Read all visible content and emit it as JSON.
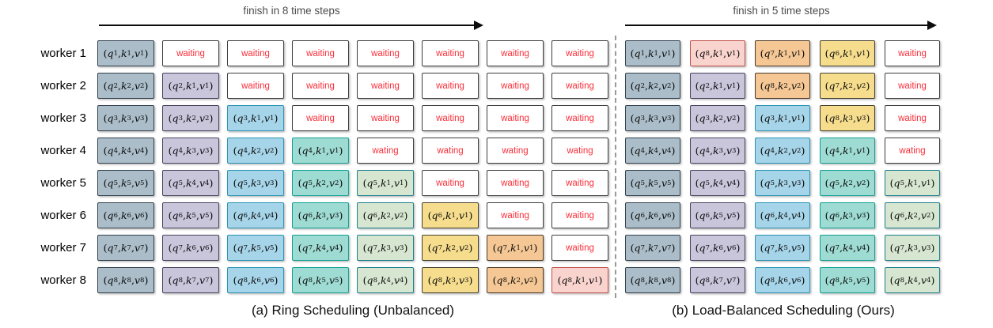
{
  "worker_labels": [
    "worker 1",
    "worker 2",
    "worker 3",
    "worker 4",
    "worker 5",
    "worker 6",
    "worker 7",
    "worker 8"
  ],
  "palette": {
    "steps": [
      {
        "name": "step-1-grayblue",
        "fill": "#aabdc9",
        "border": "#34414e"
      },
      {
        "name": "step-2-lavender",
        "fill": "#c9c5db",
        "border": "#45455e"
      },
      {
        "name": "step-3-blue",
        "fill": "#a6d4e8",
        "border": "#2a93b4"
      },
      {
        "name": "step-4-teal",
        "fill": "#9edbd2",
        "border": "#12a195"
      },
      {
        "name": "step-5-green",
        "fill": "#d7e6d0",
        "border": "#1c7f8e"
      },
      {
        "name": "step-6-yellow",
        "fill": "#f6dd8d",
        "border": "#45412f"
      },
      {
        "name": "step-7-orange",
        "fill": "#f5c795",
        "border": "#4e3b28"
      },
      {
        "name": "step-8-pink",
        "fill": "#f9d3cd",
        "border": "#c1514c"
      }
    ],
    "waiting_text": "#fa2e39",
    "waiting_border": "#3e3e3e",
    "arrow_color": "#0d0d0d",
    "arrow_label_color": "#4d4d4d"
  },
  "panels": [
    {
      "arrow_label": "finish in 8 time steps",
      "caption": "(a) Ring Scheduling (Unbalanced)",
      "rows": [
        {
          "cells": [
            {
              "q": 1,
              "k": 1,
              "v": 1
            },
            {
              "wait": "waiting"
            },
            {
              "wait": "waiting"
            },
            {
              "wait": "waiting"
            },
            {
              "wait": "waiting"
            },
            {
              "wait": "waiting"
            },
            {
              "wait": "waiting"
            },
            {
              "wait": "waiting"
            }
          ]
        },
        {
          "cells": [
            {
              "q": 2,
              "k": 2,
              "v": 2
            },
            {
              "q": 2,
              "k": 1,
              "v": 1
            },
            {
              "wait": "waiting"
            },
            {
              "wait": "waiting"
            },
            {
              "wait": "waiting"
            },
            {
              "wait": "waiting"
            },
            {
              "wait": "waiting"
            },
            {
              "wait": "waiting"
            }
          ]
        },
        {
          "cells": [
            {
              "q": 3,
              "k": 3,
              "v": 3
            },
            {
              "q": 3,
              "k": 2,
              "v": 2
            },
            {
              "q": 3,
              "k": 1,
              "v": 1
            },
            {
              "wait": "waiting"
            },
            {
              "wait": "waiting"
            },
            {
              "wait": "waiting"
            },
            {
              "wait": "waiting"
            },
            {
              "wait": "waiting"
            }
          ]
        },
        {
          "cells": [
            {
              "q": 4,
              "k": 4,
              "v": 4
            },
            {
              "q": 4,
              "k": 3,
              "v": 3
            },
            {
              "q": 4,
              "k": 2,
              "v": 2
            },
            {
              "q": 4,
              "k": 1,
              "v": 1
            },
            {
              "wait": "wating"
            },
            {
              "wait": "wating"
            },
            {
              "wait": "wating"
            },
            {
              "wait": "wating"
            }
          ]
        },
        {
          "cells": [
            {
              "q": 5,
              "k": 5,
              "v": 5
            },
            {
              "q": 5,
              "k": 4,
              "v": 4
            },
            {
              "q": 5,
              "k": 3,
              "v": 3
            },
            {
              "q": 5,
              "k": 2,
              "v": 2
            },
            {
              "q": 5,
              "k": 1,
              "v": 1
            },
            {
              "wait": "waiting"
            },
            {
              "wait": "waiting"
            },
            {
              "wait": "waiting"
            }
          ]
        },
        {
          "cells": [
            {
              "q": 6,
              "k": 6,
              "v": 6
            },
            {
              "q": 6,
              "k": 5,
              "v": 5
            },
            {
              "q": 6,
              "k": 4,
              "v": 4
            },
            {
              "q": 6,
              "k": 3,
              "v": 3
            },
            {
              "q": 6,
              "k": 2,
              "v": 2
            },
            {
              "q": 6,
              "k": 1,
              "v": 1
            },
            {
              "wait": "waiting"
            },
            {
              "wait": "waiting"
            }
          ]
        },
        {
          "cells": [
            {
              "q": 7,
              "k": 7,
              "v": 7
            },
            {
              "q": 7,
              "k": 6,
              "v": 6
            },
            {
              "q": 7,
              "k": 5,
              "v": 5
            },
            {
              "q": 7,
              "k": 4,
              "v": 4
            },
            {
              "q": 7,
              "k": 3,
              "v": 3
            },
            {
              "q": 7,
              "k": 2,
              "v": 2
            },
            {
              "q": 7,
              "k": 1,
              "v": 1
            },
            {
              "wait": "waiting"
            }
          ]
        },
        {
          "cells": [
            {
              "q": 8,
              "k": 8,
              "v": 8
            },
            {
              "q": 8,
              "k": 7,
              "v": 7
            },
            {
              "q": 8,
              "k": 6,
              "v": 6
            },
            {
              "q": 8,
              "k": 5,
              "v": 5
            },
            {
              "q": 8,
              "k": 4,
              "v": 4
            },
            {
              "q": 8,
              "k": 3,
              "v": 3
            },
            {
              "q": 8,
              "k": 2,
              "v": 2
            },
            {
              "q": 8,
              "k": 1,
              "v": 1
            }
          ]
        }
      ]
    },
    {
      "arrow_label": "finish in 5 time steps",
      "caption": "(b) Load-Balanced Scheduling (Ours)",
      "rows": [
        {
          "cells": [
            {
              "q": 1,
              "k": 1,
              "v": 1
            },
            {
              "q": 8,
              "k": 1,
              "v": 1
            },
            {
              "q": 7,
              "k": 1,
              "v": 1
            },
            {
              "q": 6,
              "k": 1,
              "v": 1
            },
            {
              "wait": "waiting"
            }
          ]
        },
        {
          "cells": [
            {
              "q": 2,
              "k": 2,
              "v": 2
            },
            {
              "q": 2,
              "k": 1,
              "v": 1
            },
            {
              "q": 8,
              "k": 2,
              "v": 2
            },
            {
              "q": 7,
              "k": 2,
              "v": 2
            },
            {
              "wait": "waiting"
            }
          ]
        },
        {
          "cells": [
            {
              "q": 3,
              "k": 3,
              "v": 3
            },
            {
              "q": 3,
              "k": 2,
              "v": 2
            },
            {
              "q": 3,
              "k": 1,
              "v": 1
            },
            {
              "q": 8,
              "k": 3,
              "v": 3
            },
            {
              "wait": "waiting"
            }
          ]
        },
        {
          "cells": [
            {
              "q": 4,
              "k": 4,
              "v": 4
            },
            {
              "q": 4,
              "k": 3,
              "v": 3
            },
            {
              "q": 4,
              "k": 2,
              "v": 2
            },
            {
              "q": 4,
              "k": 1,
              "v": 1
            },
            {
              "wait": "wating"
            }
          ]
        },
        {
          "cells": [
            {
              "q": 5,
              "k": 5,
              "v": 5
            },
            {
              "q": 5,
              "k": 4,
              "v": 4
            },
            {
              "q": 5,
              "k": 3,
              "v": 3
            },
            {
              "q": 5,
              "k": 2,
              "v": 2
            },
            {
              "q": 5,
              "k": 1,
              "v": 1
            }
          ]
        },
        {
          "cells": [
            {
              "q": 6,
              "k": 6,
              "v": 6
            },
            {
              "q": 6,
              "k": 5,
              "v": 5
            },
            {
              "q": 6,
              "k": 4,
              "v": 4
            },
            {
              "q": 6,
              "k": 3,
              "v": 3
            },
            {
              "q": 6,
              "k": 2,
              "v": 2
            }
          ]
        },
        {
          "cells": [
            {
              "q": 7,
              "k": 7,
              "v": 7
            },
            {
              "q": 7,
              "k": 6,
              "v": 6
            },
            {
              "q": 7,
              "k": 5,
              "v": 5
            },
            {
              "q": 7,
              "k": 4,
              "v": 4
            },
            {
              "q": 7,
              "k": 3,
              "v": 3
            }
          ]
        },
        {
          "cells": [
            {
              "q": 8,
              "k": 8,
              "v": 8
            },
            {
              "q": 8,
              "k": 7,
              "v": 7
            },
            {
              "q": 8,
              "k": 6,
              "v": 6
            },
            {
              "q": 8,
              "k": 5,
              "v": 5
            },
            {
              "q": 8,
              "k": 4,
              "v": 4
            }
          ]
        }
      ]
    }
  ]
}
